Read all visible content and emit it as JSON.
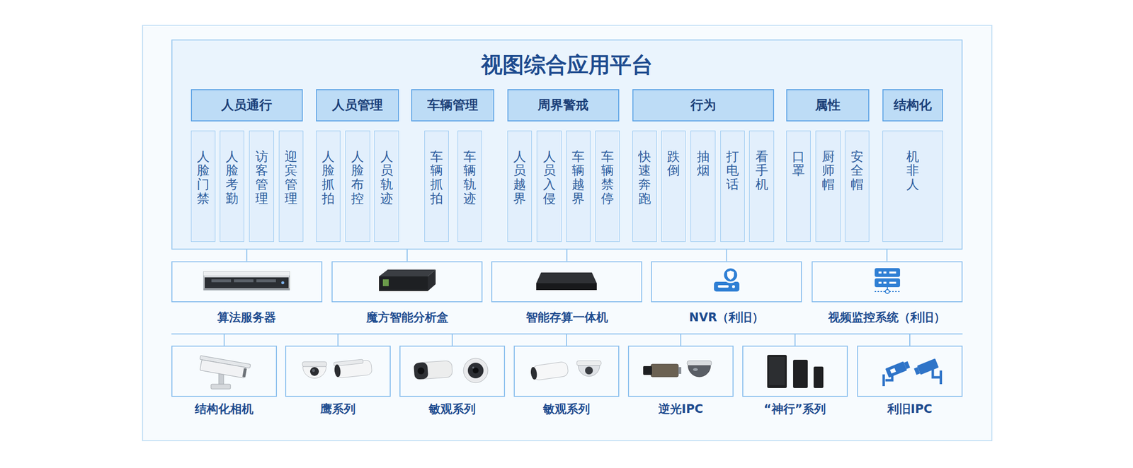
{
  "diagram": {
    "nodes": [
      {
        "text": [
          "视图综合应用平台"
        ]
      },
      {
        "text": [
          "人员通行"
        ],
        "in": 0
      },
      {
        "text": [
          "人脸门禁"
        ],
        "in": 0
      },
      {
        "text": [
          "人脸考勤"
        ],
        "in": 0
      },
      {
        "text": [
          "访客管理"
        ],
        "in": 0
      },
      {
        "text": [
          "迎宾管理"
        ],
        "in": 0
      },
      {
        "text": [
          "人员管理"
        ],
        "in": 0
      },
      {
        "text": [
          "人脸抓拍"
        ],
        "in": 0
      },
      {
        "text": [
          "人脸布控"
        ],
        "in": 0
      },
      {
        "text": [
          "人员轨迹"
        ],
        "in": 0
      },
      {
        "text": [
          "车辆管理"
        ],
        "in": 0
      },
      {
        "text": [
          "车辆抓拍"
        ],
        "in": 0
      },
      {
        "text": [
          "车辆轨迹"
        ],
        "in": 0
      },
      {
        "text": [
          "周界警戒"
        ],
        "in": 0
      },
      {
        "text": [
          "人员越界"
        ],
        "in": 0
      },
      {
        "text": [
          "人员入侵"
        ],
        "in": 0
      },
      {
        "text": [
          "车辆越界"
        ],
        "in": 0
      },
      {
        "text": [
          "车辆禁停"
        ],
        "in": 0
      },
      {
        "text": [
          "行为"
        ],
        "in": 0
      },
      {
        "text": [
          "快速奔跑"
        ],
        "in": 0
      },
      {
        "text": [
          "跌倒"
        ],
        "in": 0
      },
      {
        "text": [
          "抽烟"
        ],
        "in": 0
      },
      {
        "text": [
          "打电话"
        ],
        "in": 0
      },
      {
        "text": [
          "看手机"
        ],
        "in": 0
      },
      {
        "text": [
          "属性"
        ],
        "in": 0
      },
      {
        "text": [
          "口罩"
        ],
        "in": 0
      },
      {
        "text": [
          "厨师帽"
        ],
        "in": 0
      },
      {
        "text": [
          "安全帽"
        ],
        "in": 0
      },
      {
        "text": [
          "结构化"
        ],
        "in": 0
      },
      {
        "text": [
          "机非人"
        ],
        "in": 0
      },
      {
        "text": [
          "算法服务器"
        ]
      },
      {
        "text": [
          "魔方智能分析盒"
        ]
      },
      {
        "text": [
          "智能存算一体机"
        ]
      },
      {
        "text": [
          "NVR（利旧）"
        ]
      },
      {
        "text": [
          "视频监控系统（利旧）"
        ]
      },
      {
        "text": [
          "结构化相机"
        ]
      },
      {
        "text": [
          "鹰系列"
        ]
      },
      {
        "text": [
          "敏观系列"
        ]
      },
      {
        "text": [
          "敏观系列"
        ]
      },
      {
        "text": [
          "逆光IPC"
        ]
      },
      {
        "text": [
          "“神行”系列"
        ]
      },
      {
        "text": [
          "利旧IPC"
        ]
      }
    ],
    "edges": [
      {
        "from": 0,
        "to": 30,
        "arrow": "none"
      },
      {
        "from": 0,
        "to": 31,
        "arrow": "none"
      },
      {
        "from": 0,
        "to": 32,
        "arrow": "none"
      },
      {
        "from": 0,
        "to": 33,
        "arrow": "none"
      },
      {
        "from": 0,
        "to": 34,
        "arrow": "none"
      }
    ]
  }
}
